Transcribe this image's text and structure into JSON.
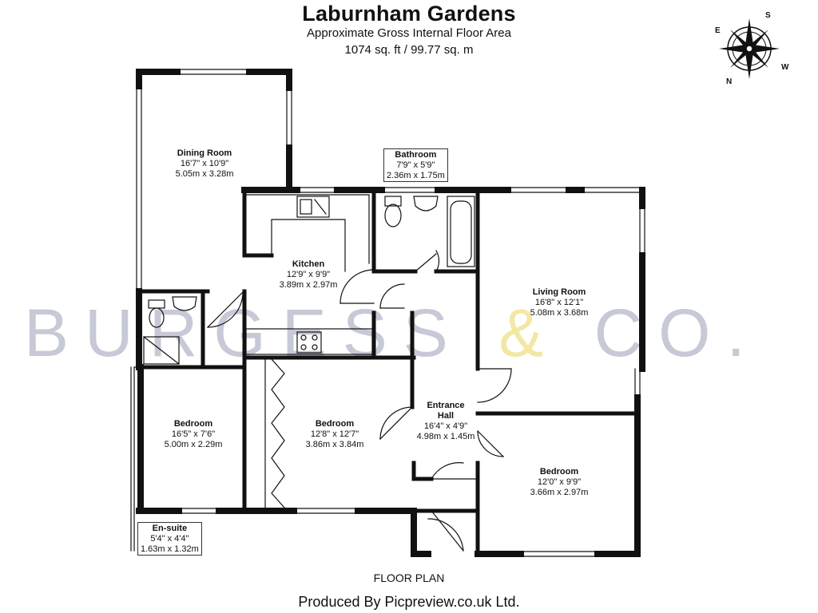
{
  "header": {
    "title": "Laburnham Gardens",
    "subtitle": "Approximate Gross Internal Floor Area",
    "area": "1074 sq. ft / 99.77 sq. m"
  },
  "compass": {
    "e": "E",
    "s": "S",
    "n": "N",
    "w": "W"
  },
  "rooms": {
    "dining": {
      "name": "Dining Room",
      "imperial": "16'7\" x 10'9\"",
      "metric": "5.05m x 3.28m"
    },
    "bathroom": {
      "name": "Bathroom",
      "imperial": "7'9\" x 5'9\"",
      "metric": "2.36m x 1.75m"
    },
    "kitchen": {
      "name": "Kitchen",
      "imperial": "12'9\" x 9'9\"",
      "metric": "3.89m x 2.97m"
    },
    "living": {
      "name": "Living Room",
      "imperial": "16'8\" x 12'1\"",
      "metric": "5.08m x 3.68m"
    },
    "bedroom1": {
      "name": "Bedroom",
      "imperial": "16'5\" x 7'6\"",
      "metric": "5.00m x 2.29m"
    },
    "bedroom2": {
      "name": "Bedroom",
      "imperial": "12'8\" x 12'7\"",
      "metric": "3.86m x 3.84m"
    },
    "hall": {
      "name1": "Entrance",
      "name2": "Hall",
      "imperial": "16'4\" x 4'9\"",
      "metric": "4.98m x 1.45m"
    },
    "bedroom3": {
      "name": "Bedroom",
      "imperial": "12'0\" x 9'9\"",
      "metric": "3.66m x 2.97m"
    },
    "ensuite": {
      "name": "En-suite",
      "imperial": "5'4\" x 4'4\"",
      "metric": "1.63m x 1.32m"
    }
  },
  "watermark": {
    "text1": "BURGESS ",
    "amp": "&",
    "text2": " CO.",
    "amp_color": "#f3e7a4",
    "text_color": "#c7c9d6"
  },
  "footer": {
    "floor_label": "FLOOR PLAN",
    "credit": "Produced By Picpreview.co.uk Ltd."
  }
}
